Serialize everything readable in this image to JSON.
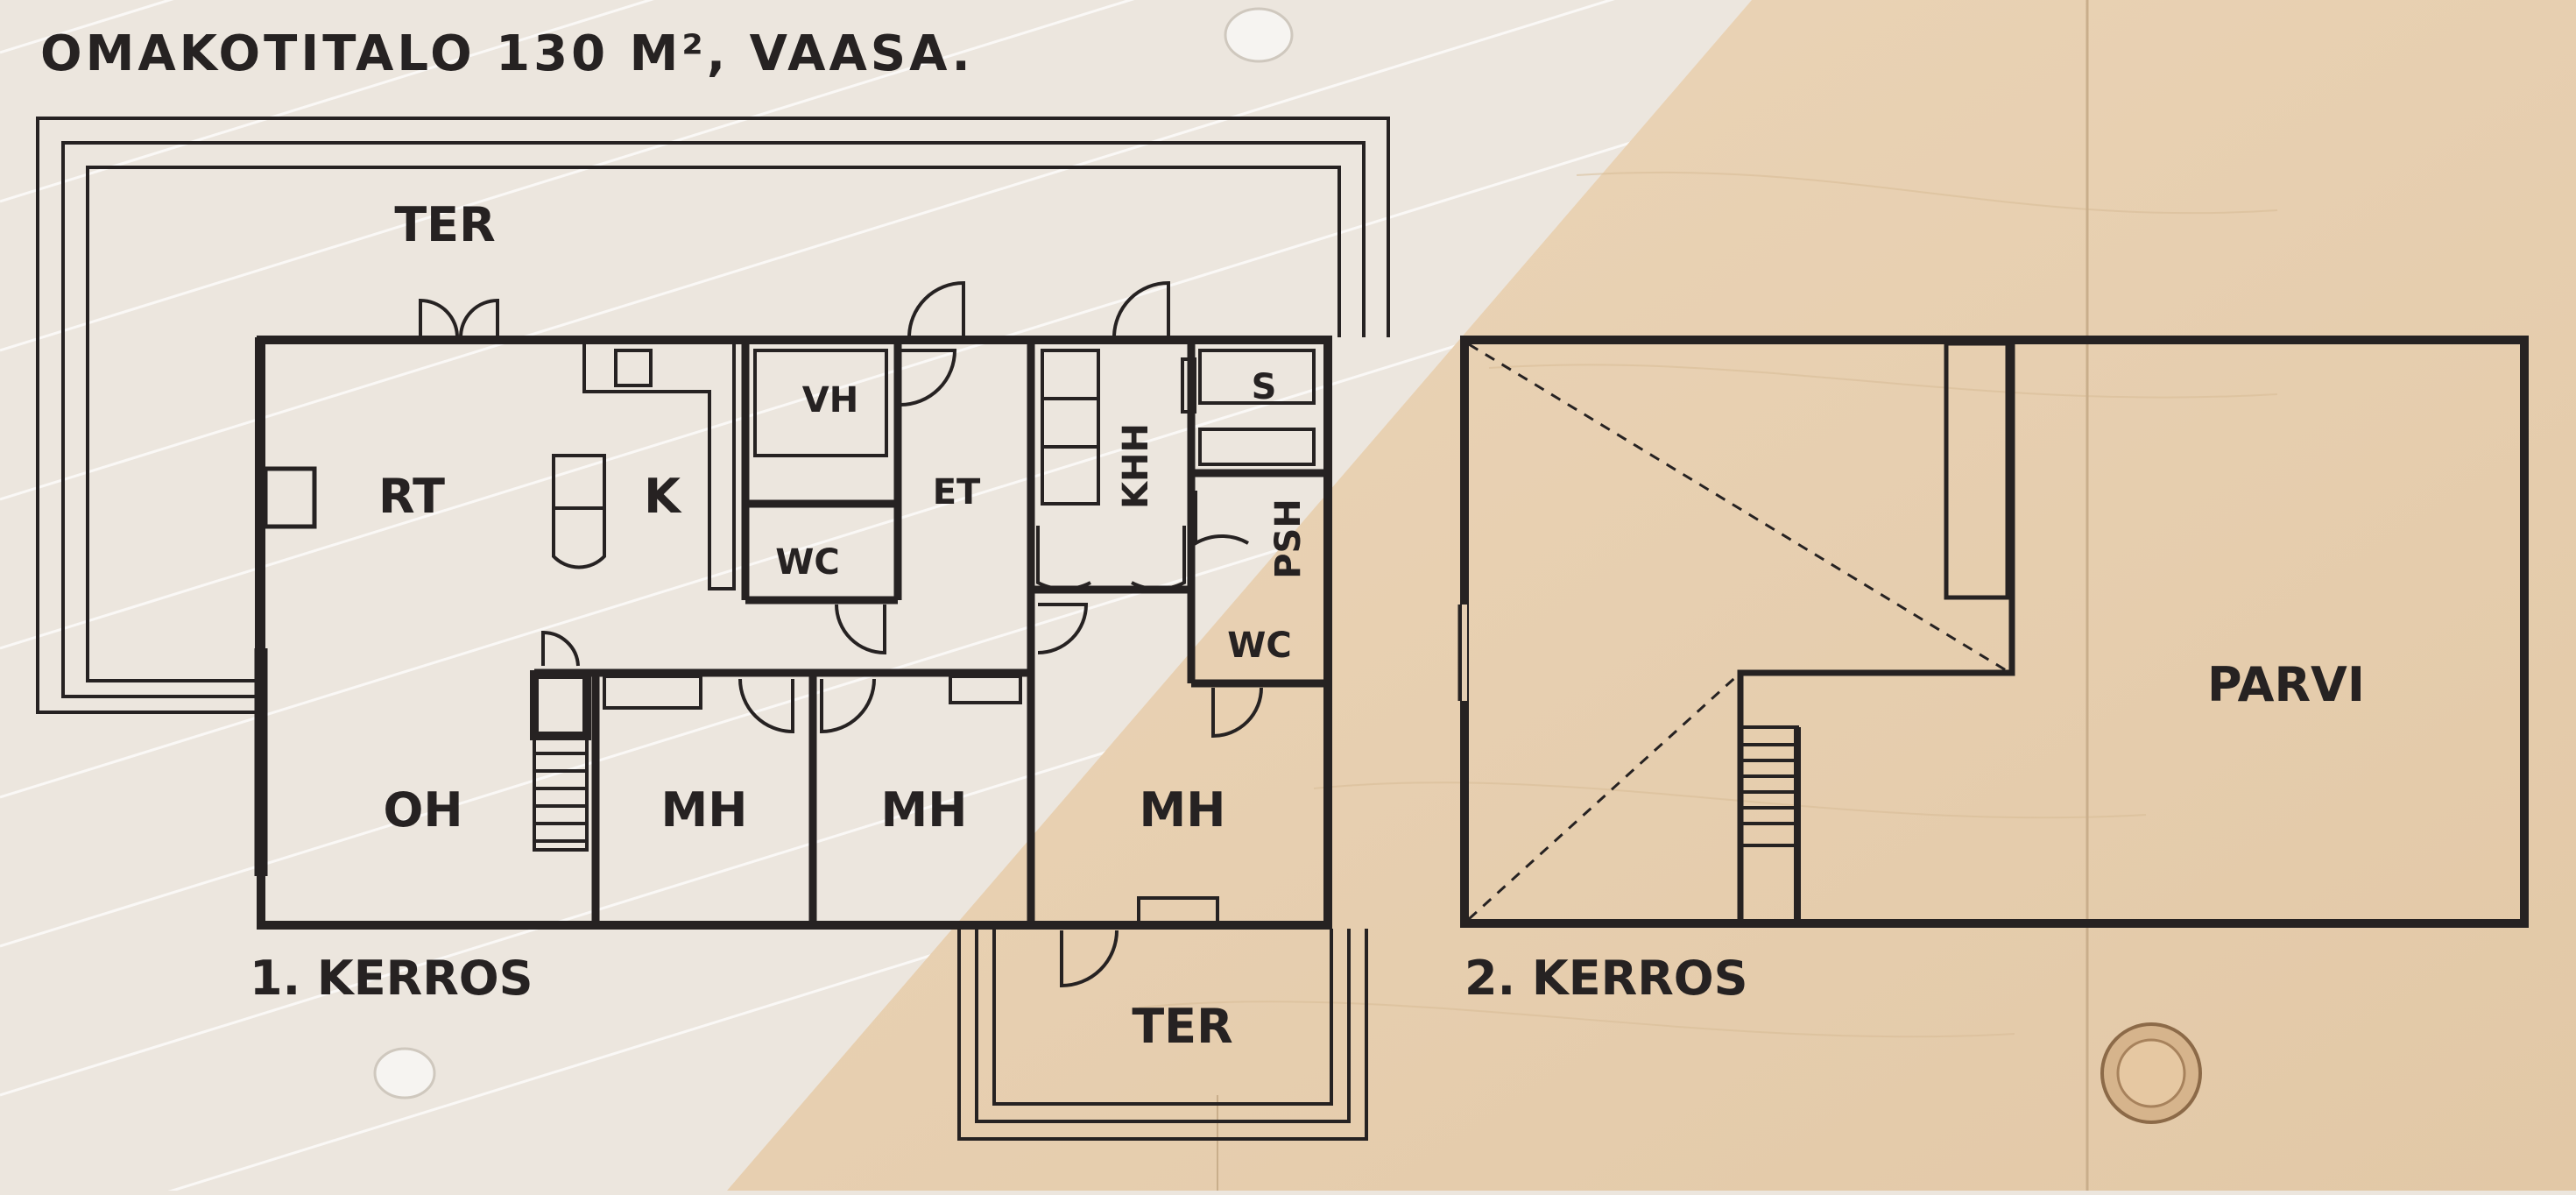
{
  "title": "OMAKOTITALO 130 M², VAASA.",
  "colors": {
    "ink": "#262222",
    "ceiling_light": "#ece6de",
    "plywood": "#e6cfb2"
  },
  "floor1": {
    "caption": "1. KERROS",
    "rooms": {
      "ter_top": "TER",
      "rt": "RT",
      "k": "K",
      "vh": "VH",
      "wc1": "WC",
      "et": "ET",
      "khh": "KHH",
      "s": "S",
      "psh": "PSH",
      "wc2": "WC",
      "oh": "OH",
      "mh1": "MH",
      "mh2": "MH",
      "mh3": "MH",
      "ter_bottom": "TER"
    }
  },
  "floor2": {
    "caption": "2. KERROS",
    "rooms": {
      "parvi": "PARVI"
    }
  }
}
